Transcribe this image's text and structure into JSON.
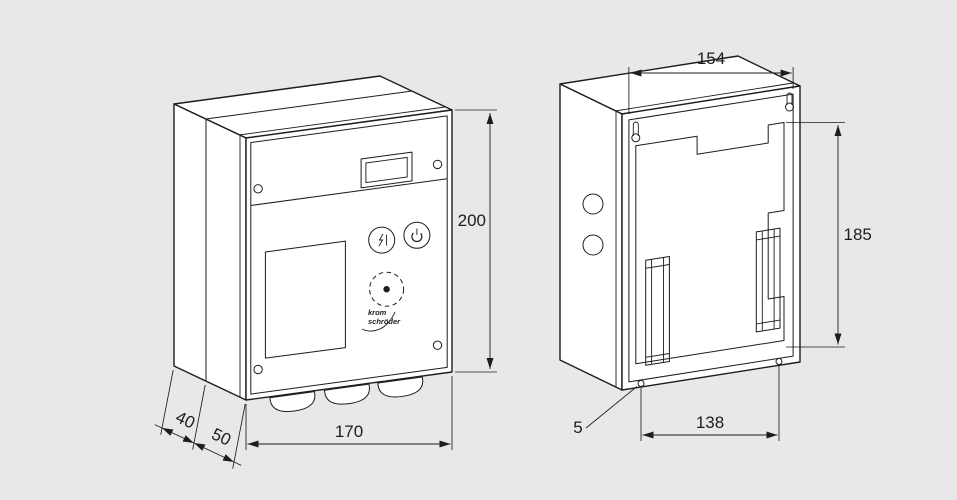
{
  "drawing": {
    "background": "#e8e8e8",
    "ink": "#1d1d1e",
    "paper": "#ffffff"
  },
  "brand": {
    "line1": "krom",
    "line2": "schröder"
  },
  "views": {
    "front": {
      "label": "front-isometric-view",
      "dimensions": {
        "height": "200",
        "width": "170",
        "depth_rear_section": "40",
        "depth_front_section": "50"
      }
    },
    "rear": {
      "label": "rear-open-mounting-view",
      "dimensions": {
        "opening_width": "154",
        "opening_height": "185",
        "mounting_hole_diameter": "5",
        "mounting_hole_spacing": "138"
      }
    }
  }
}
